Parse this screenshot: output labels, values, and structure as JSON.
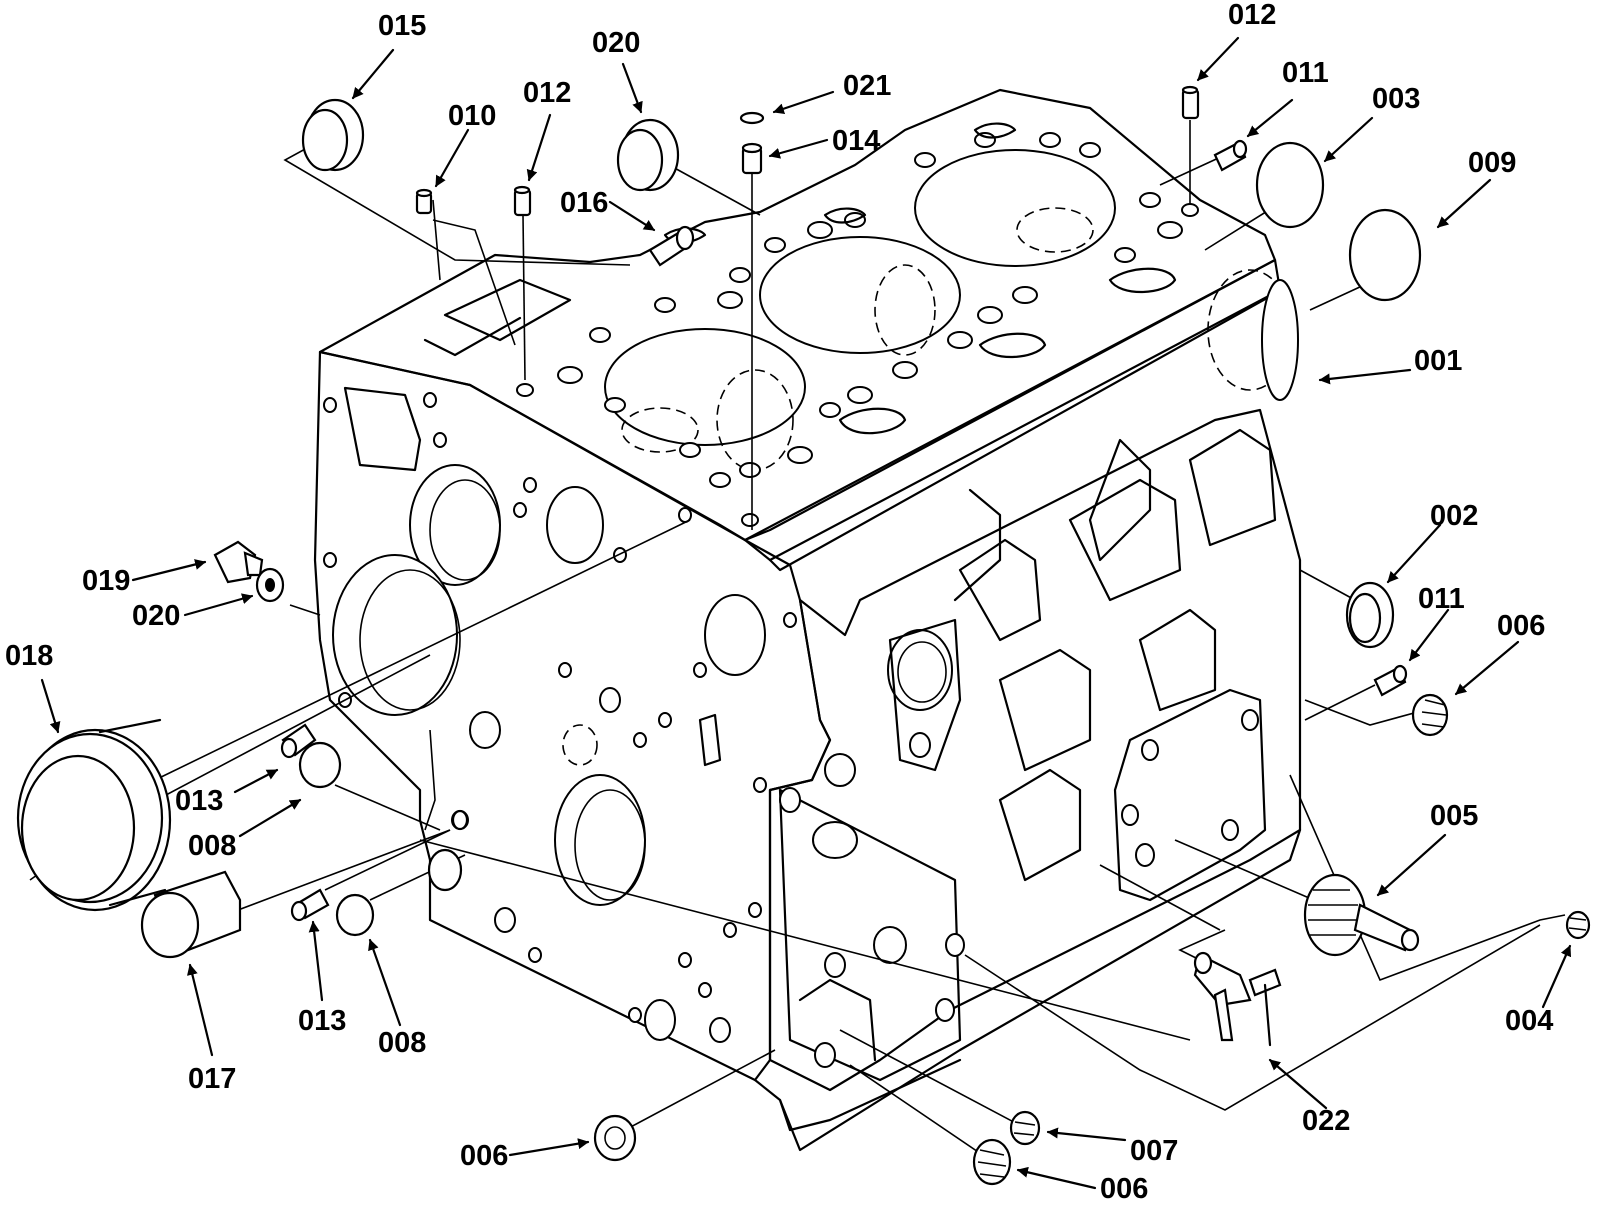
{
  "colors": {
    "ink": "#000000",
    "paper": "#ffffff"
  },
  "callouts": [
    {
      "id": "c001",
      "text": "001"
    },
    {
      "id": "c002",
      "text": "002"
    },
    {
      "id": "c003",
      "text": "003"
    },
    {
      "id": "c004",
      "text": "004"
    },
    {
      "id": "c005",
      "text": "005"
    },
    {
      "id": "c006a",
      "text": "006"
    },
    {
      "id": "c006b",
      "text": "006"
    },
    {
      "id": "c006c",
      "text": "006"
    },
    {
      "id": "c007",
      "text": "007"
    },
    {
      "id": "c008a",
      "text": "008"
    },
    {
      "id": "c008b",
      "text": "008"
    },
    {
      "id": "c009",
      "text": "009"
    },
    {
      "id": "c010",
      "text": "010"
    },
    {
      "id": "c011a",
      "text": "011"
    },
    {
      "id": "c011b",
      "text": "011"
    },
    {
      "id": "c012a",
      "text": "012"
    },
    {
      "id": "c012b",
      "text": "012"
    },
    {
      "id": "c013a",
      "text": "013"
    },
    {
      "id": "c013b",
      "text": "013"
    },
    {
      "id": "c014",
      "text": "014"
    },
    {
      "id": "c015",
      "text": "015"
    },
    {
      "id": "c016",
      "text": "016"
    },
    {
      "id": "c017",
      "text": "017"
    },
    {
      "id": "c018",
      "text": "018"
    },
    {
      "id": "c019",
      "text": "019"
    },
    {
      "id": "c020a",
      "text": "020"
    },
    {
      "id": "c020b",
      "text": "020"
    },
    {
      "id": "c021",
      "text": "021"
    },
    {
      "id": "c022",
      "text": "022"
    }
  ]
}
